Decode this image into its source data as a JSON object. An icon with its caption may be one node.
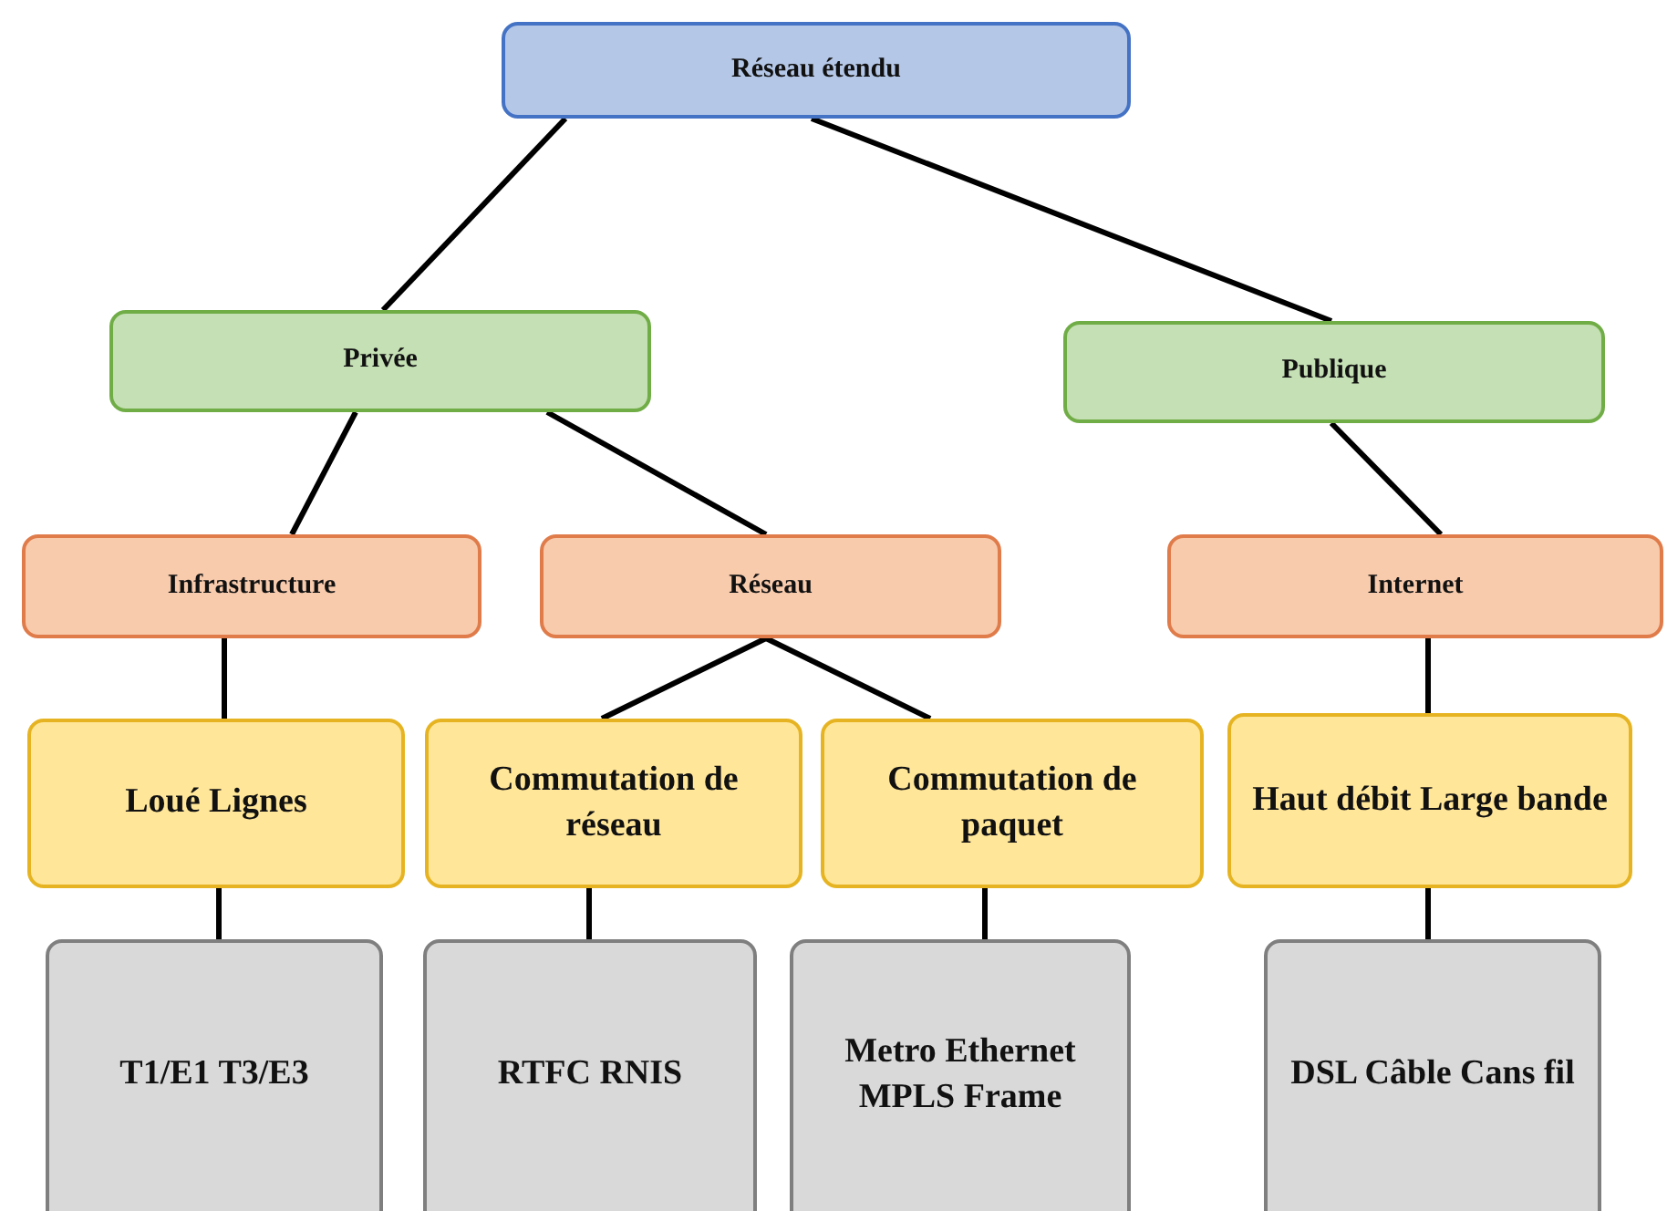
{
  "diagram": {
    "nodes": [
      {
        "text": [
          "Réseau étendu"
        ]
      },
      {
        "text": [
          "Privée"
        ]
      },
      {
        "text": [
          "Publique"
        ]
      },
      {
        "text": [
          "Infrastructure"
        ]
      },
      {
        "text": [
          "Réseau"
        ]
      },
      {
        "text": [
          "Internet"
        ]
      },
      {
        "text": [
          "Loué Lignes"
        ]
      },
      {
        "text": [
          "Commutation de réseau"
        ]
      },
      {
        "text": [
          "Commutation de paquet"
        ]
      },
      {
        "text": [
          "Haut débit Large bande"
        ]
      },
      {
        "text": [
          "T1/E1 T3/E3"
        ]
      },
      {
        "text": [
          "RTFC RNIS"
        ]
      },
      {
        "text": [
          "Metro Ethernet MPLS Frame"
        ]
      },
      {
        "text": [
          "DSL Câble Cans fil"
        ]
      }
    ],
    "edges": [
      {
        "from": 0,
        "to": 1,
        "arrow": "none"
      },
      {
        "from": 0,
        "to": 2,
        "arrow": "none"
      },
      {
        "from": 1,
        "to": 3,
        "arrow": "none"
      },
      {
        "from": 1,
        "to": 4,
        "arrow": "none"
      },
      {
        "from": 2,
        "to": 5,
        "arrow": "none"
      },
      {
        "from": 3,
        "to": 6,
        "arrow": "none"
      },
      {
        "from": 4,
        "to": 7,
        "arrow": "none"
      },
      {
        "from": 4,
        "to": 8,
        "arrow": "none"
      },
      {
        "from": 5,
        "to": 9,
        "arrow": "none"
      },
      {
        "from": 6,
        "to": 10,
        "arrow": "none"
      },
      {
        "from": 7,
        "to": 11,
        "arrow": "none"
      },
      {
        "from": 8,
        "to": 12,
        "arrow": "none"
      },
      {
        "from": 9,
        "to": 13,
        "arrow": "none"
      }
    ]
  }
}
